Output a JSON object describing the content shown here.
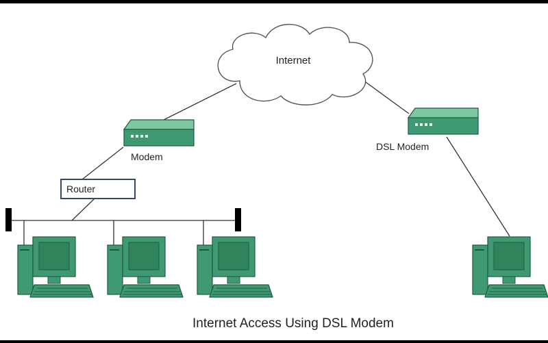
{
  "diagram": {
    "cloud_label": "Internet",
    "modem_label": "Modem",
    "router_label": "Router",
    "dsl_modem_label": "DSL Modem",
    "caption": "Internet Access Using DSL Modem"
  },
  "colors": {
    "device_fill": "#3f9a73",
    "device_dark": "#1f5a3e",
    "device_light": "#7cc6a0",
    "screen": "#3a946a",
    "line": "#333333",
    "router_border": "#34486e",
    "background": "#ffffff",
    "frame": "#000000"
  }
}
